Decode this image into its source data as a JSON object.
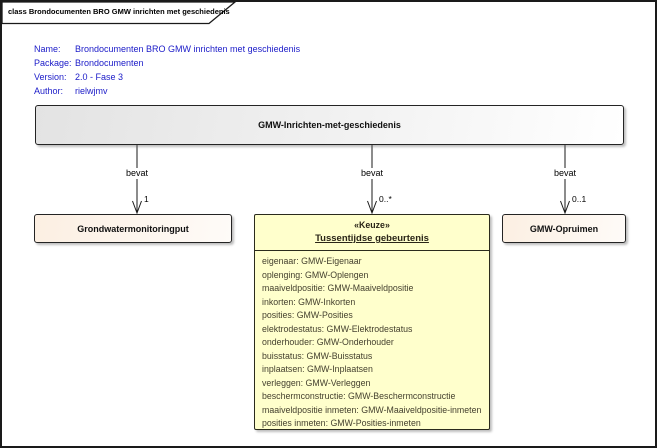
{
  "frame": {
    "tab_label": "class Brondocumenten BRO GMW inrichten met geschiedenis"
  },
  "metadata": {
    "rows": [
      {
        "label": "Name:",
        "value": "Brondocumenten BRO GMW inrichten met geschiedenis"
      },
      {
        "label": "Package:",
        "value": "Brondocumenten"
      },
      {
        "label": "Version:",
        "value": "2.0 - Fase 3"
      },
      {
        "label": "Author:",
        "value": "rielwjmv"
      }
    ]
  },
  "main_class": {
    "title": "GMW-Inrichten-met-geschiedenis"
  },
  "relations": [
    {
      "label": "bevat",
      "multiplicity": "1"
    },
    {
      "label": "bevat",
      "multiplicity": "0..*"
    },
    {
      "label": "bevat",
      "multiplicity": "0..1"
    }
  ],
  "classes": {
    "left": {
      "title": "Grondwatermonitoringput"
    },
    "right": {
      "title": "GMW-Opruimen"
    },
    "middle": {
      "stereotype": "«Keuze»",
      "title": "Tussentijdse gebeurtenis",
      "attributes": [
        "eigenaar: GMW-Eigenaar",
        "oplenging: GMW-Oplengen",
        "maaiveldpositie: GMW-Maaiveldpositie",
        "inkorten: GMW-Inkorten",
        "posities: GMW-Posities",
        "elektrodestatus: GMW-Elektrodestatus",
        "onderhouder: GMW-Onderhouder",
        "buisstatus: GMW-Buisstatus",
        "inplaatsen: GMW-Inplaatsen",
        "verleggen: GMW-Verleggen",
        "beschermconstructie: GMW-Beschermconstructie",
        "maaiveldpositie inmeten: GMW-Maaiveldpositie-inmeten",
        "posities inmeten: GMW-Posities-inmeten"
      ]
    }
  },
  "colors": {
    "frame-border": "#1a1a1a",
    "metadata-blue": "#1a1ac8",
    "main-fill-start": "#e3e3e3",
    "class-fill-start": "#fcefe2",
    "class-fill-end": "#fefbf8",
    "keuze-fill": "#ffffcc",
    "attribute-text": "#45412f"
  }
}
